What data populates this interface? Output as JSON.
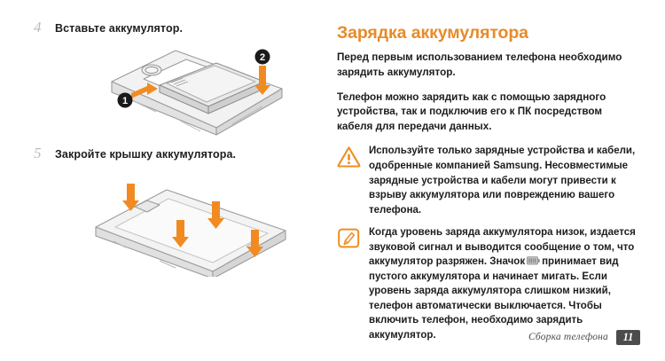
{
  "document": {
    "language": "ru",
    "accent_color": "#e78b29",
    "text_color": "#1d1d1b"
  },
  "steps": [
    {
      "number": "4",
      "instruction": "Вставьте аккумулятор.",
      "illustration": "phone-battery-insert-illustration",
      "callout_numbers": [
        "1",
        "2"
      ]
    },
    {
      "number": "5",
      "instruction": "Закройте крышку аккумулятора.",
      "illustration": "phone-battery-cover-close-illustration",
      "callout_numbers": []
    }
  ],
  "section": {
    "title": "Зарядка аккумулятора",
    "paragraphs": [
      "Перед первым использованием телефона необходимо зарядить аккумулятор.",
      "Телефон можно зарядить как с помощью зарядного устройства, так и подключив его к ПК посредством кабеля для передачи данных."
    ],
    "warning": {
      "icon": "warning-triangle-icon",
      "text": "Используйте только зарядные устройства и кабели, одобренные компанией Samsung. Несовместимые зарядные устройства и кабели могут привести к взрыву аккумулятора или повреждению вашего телефона."
    },
    "note": {
      "icon": "note-pen-icon",
      "text_before_icon": "Когда уровень заряда аккумулятора низок, издается звуковой сигнал и выводится сообщение о том, что аккумулятор разряжен. Значок",
      "inline_icon": "battery-low-icon",
      "text_after_icon": "принимает вид пустого аккумулятора и начинает мигать. Если уровень заряда аккумулятора слишком низкий, телефон автоматически выключается. Чтобы включить телефон, необходимо зарядить аккумулятор."
    }
  },
  "footer": {
    "label": "Сборка телефона",
    "page_number": "11"
  }
}
